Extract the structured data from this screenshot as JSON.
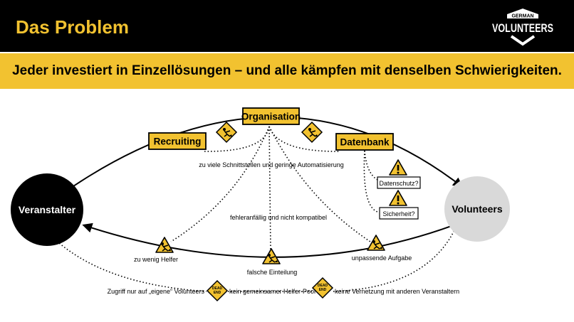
{
  "header": {
    "title": "Das Problem",
    "logo_top": "GERMAN",
    "logo_main": "VOLUNTEERS"
  },
  "subtitle": "Jeder investiert in Einzellösungen – und alle kämpfen mit denselben Schwierigkeiten.",
  "nodes": {
    "left": "Veranstalter",
    "right": "Volunteers"
  },
  "boxes": {
    "organisation": "Organisation",
    "recruiting": "Recruiting",
    "datenbank": "Datenbank",
    "datenschutz": "Datenschutz?",
    "sicherheit": "Sicherheit?"
  },
  "labels": {
    "schnittstellen": "zu viele Schnittstellen und geringe Automatisierung",
    "fehleranfaellig": "fehleranfällig und nicht kompatibel",
    "zu_wenig_helfer": "zu wenig Helfer",
    "falsche_einteilung": "falsche Einteilung",
    "unpassende_aufgabe": "unpassende Aufgabe"
  },
  "dead_ends": {
    "sign_text": "DEAD END",
    "items": [
      "Zugriff nur auf „eigene“ Volunteers",
      "kein gemeinsamer Helfer-Pool",
      "keine Vernetzung mit anderen Veranstaltern"
    ]
  },
  "colors": {
    "accent": "#f2c230",
    "black": "#000000",
    "grey_node": "#d9d9d9"
  },
  "icons": [
    "worker-icon",
    "warning-icon",
    "dead-end-icon"
  ]
}
